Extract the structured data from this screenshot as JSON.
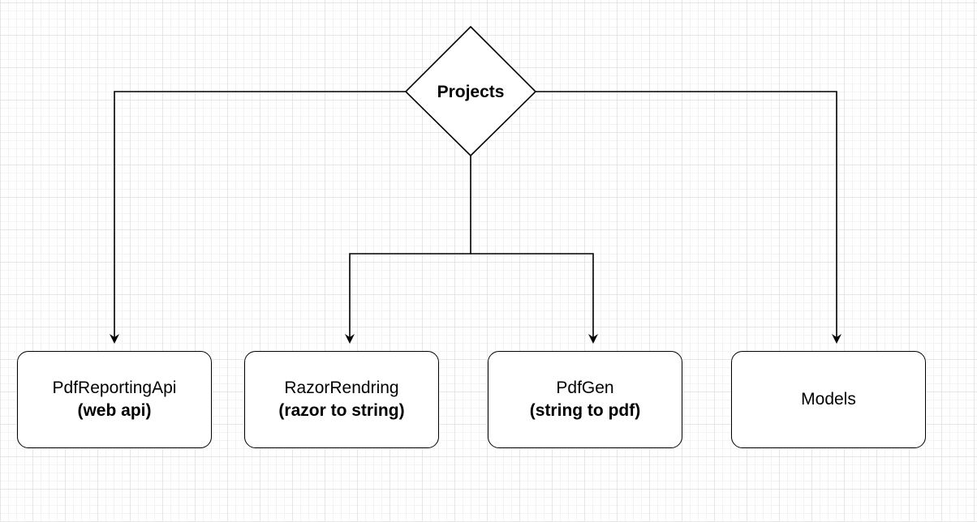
{
  "diagram": {
    "root": {
      "label": "Projects"
    },
    "nodes": [
      {
        "id": "pdf-reporting-api",
        "title": "PdfReportingApi",
        "subtitle": "(web api)"
      },
      {
        "id": "razor-rendring",
        "title": "RazorRendring",
        "subtitle": "(razor to string)"
      },
      {
        "id": "pdf-gen",
        "title": "PdfGen",
        "subtitle": "(string to pdf)"
      },
      {
        "id": "models",
        "title": "Models",
        "subtitle": ""
      }
    ],
    "edges": [
      {
        "from": "Projects",
        "to": "PdfReportingApi"
      },
      {
        "from": "Projects",
        "to": "RazorRendring"
      },
      {
        "from": "Projects",
        "to": "PdfGen"
      },
      {
        "from": "Projects",
        "to": "Models"
      }
    ]
  }
}
